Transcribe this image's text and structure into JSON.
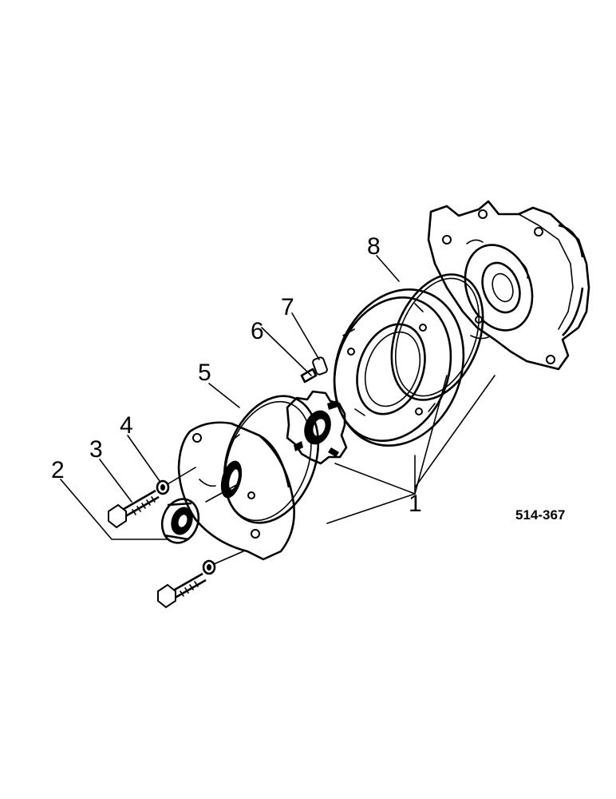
{
  "diagram": {
    "reference_code": "514-367",
    "callouts": [
      {
        "id": "c1",
        "text": "1"
      },
      {
        "id": "c2",
        "text": "2"
      },
      {
        "id": "c3",
        "text": "3"
      },
      {
        "id": "c4",
        "text": "4"
      },
      {
        "id": "c5",
        "text": "5"
      },
      {
        "id": "c6",
        "text": "6"
      },
      {
        "id": "c7",
        "text": "7"
      },
      {
        "id": "c8",
        "text": "8"
      }
    ]
  }
}
